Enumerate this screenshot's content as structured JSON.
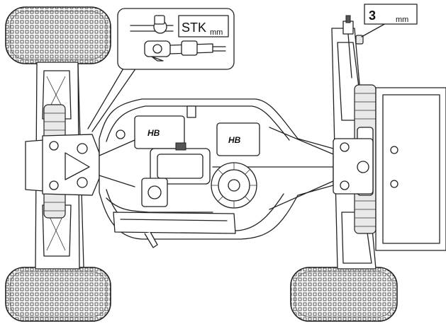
{
  "callouts": {
    "stk": {
      "value": "STK",
      "unit": "mm"
    },
    "shim": {
      "value": "3",
      "unit": "mm"
    }
  },
  "style": {
    "line_color": "#222222",
    "background": "#ffffff"
  }
}
